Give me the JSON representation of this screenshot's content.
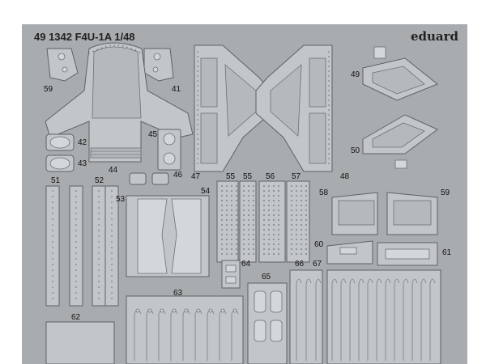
{
  "header": {
    "title": "49 1342 F4U-1A 1/48",
    "brand": "eduard"
  },
  "part_numbers": [
    "59",
    "41",
    "42",
    "43",
    "44",
    "45",
    "46",
    "47",
    "48",
    "49",
    "50",
    "51",
    "52",
    "53",
    "54",
    "55",
    "55",
    "56",
    "57",
    "58",
    "59",
    "60",
    "61",
    "62",
    "63",
    "64",
    "65",
    "66",
    "67"
  ]
}
